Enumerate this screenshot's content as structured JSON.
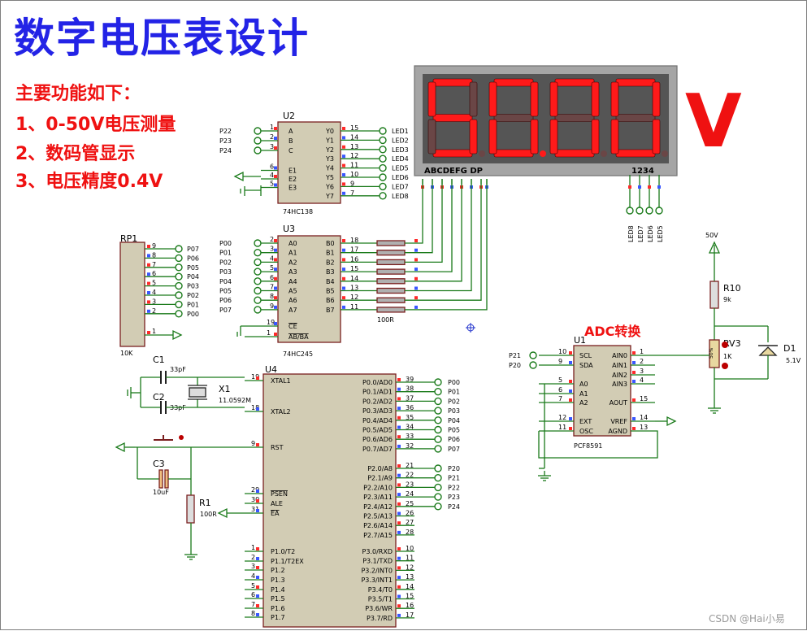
{
  "title": "数字电压表设计",
  "features": {
    "heading": "主要功能如下：",
    "items": [
      "1、0-50V电压测量",
      "2、数码管显示",
      "3、电压精度0.4V"
    ]
  },
  "display": {
    "digits": [
      "5",
      "0",
      "0",
      "0"
    ],
    "dp_after_digit": 1,
    "unit_label": "V",
    "segment_pin_label": "ABCDEFG  DP",
    "digit_pin_label": "1234",
    "led_labels": [
      "LED8",
      "LED7",
      "LED6",
      "LED5"
    ]
  },
  "adc_label": "ADC转换",
  "watermark": "CSDN @Hai小易",
  "colors": {
    "component_fill": "#d2ccb4",
    "component_stroke": "#7a1f1f",
    "wire": "#1a7a1a",
    "segment_on": "#ff1a1a",
    "title_blue": "#2323e6",
    "red_text": "#ef1111"
  },
  "u2": {
    "ref": "U2",
    "part": "74HC138",
    "left": [
      {
        "net": "P22",
        "num": "1",
        "name": "A"
      },
      {
        "net": "P23",
        "num": "2",
        "name": "B"
      },
      {
        "net": "P24",
        "num": "3",
        "name": "C"
      },
      {
        "net": "",
        "num": "6",
        "name": "E1"
      },
      {
        "net": "",
        "num": "4",
        "name": "E2"
      },
      {
        "net": "",
        "num": "5",
        "name": "E3"
      }
    ],
    "right": [
      {
        "name": "Y0",
        "num": "15",
        "net": "LED1"
      },
      {
        "name": "Y1",
        "num": "14",
        "net": "LED2"
      },
      {
        "name": "Y2",
        "num": "13",
        "net": "LED3"
      },
      {
        "name": "Y3",
        "num": "12",
        "net": "LED4"
      },
      {
        "name": "Y4",
        "num": "11",
        "net": "LED5"
      },
      {
        "name": "Y5",
        "num": "10",
        "net": "LED6"
      },
      {
        "name": "Y6",
        "num": "9",
        "net": "LED7"
      },
      {
        "name": "Y7",
        "num": "7",
        "net": "LED8"
      }
    ]
  },
  "u3": {
    "ref": "U3",
    "part": "74HC245",
    "left": [
      {
        "net": "P00",
        "num": "2",
        "name": "A0"
      },
      {
        "net": "P01",
        "num": "3",
        "name": "A1"
      },
      {
        "net": "P02",
        "num": "4",
        "name": "A2"
      },
      {
        "net": "P03",
        "num": "5",
        "name": "A3"
      },
      {
        "net": "P04",
        "num": "6",
        "name": "A4"
      },
      {
        "net": "P05",
        "num": "7",
        "name": "A5"
      },
      {
        "net": "P06",
        "num": "8",
        "name": "A6"
      },
      {
        "net": "P07",
        "num": "9",
        "name": "A7"
      }
    ],
    "bottom_left": [
      {
        "num": "19",
        "name": "CE"
      },
      {
        "num": "1",
        "name": "AB/BA"
      }
    ],
    "right": [
      {
        "name": "B0",
        "num": "18"
      },
      {
        "name": "B1",
        "num": "17"
      },
      {
        "name": "B2",
        "num": "16"
      },
      {
        "name": "B3",
        "num": "15"
      },
      {
        "name": "B4",
        "num": "14"
      },
      {
        "name": "B5",
        "num": "13"
      },
      {
        "name": "B6",
        "num": "12"
      },
      {
        "name": "B7",
        "num": "11"
      }
    ],
    "resistor_label": "100R"
  },
  "rp1": {
    "ref": "RP1",
    "value": "10K",
    "pins": [
      {
        "num": "9",
        "net": "P07"
      },
      {
        "num": "8",
        "net": "P06"
      },
      {
        "num": "7",
        "net": "P05"
      },
      {
        "num": "6",
        "net": "P04"
      },
      {
        "num": "5",
        "net": "P03"
      },
      {
        "num": "4",
        "net": "P02"
      },
      {
        "num": "3",
        "net": "P01"
      },
      {
        "num": "2",
        "net": "P00"
      }
    ],
    "common_pin": "1"
  },
  "u4": {
    "ref": "U4",
    "left": [
      {
        "num": "19",
        "name": "XTAL1"
      },
      {
        "num": "18",
        "name": "XTAL2"
      },
      {
        "num": "9",
        "name": "RST"
      },
      {
        "num": "29",
        "name": "PSEN"
      },
      {
        "num": "30",
        "name": "ALE"
      },
      {
        "num": "31",
        "name": "EA"
      },
      {
        "num": "1",
        "name": "P1.0/T2"
      },
      {
        "num": "2",
        "name": "P1.1/T2EX"
      },
      {
        "num": "3",
        "name": "P1.2"
      },
      {
        "num": "4",
        "name": "P1.3"
      },
      {
        "num": "5",
        "name": "P1.4"
      },
      {
        "num": "6",
        "name": "P1.5"
      },
      {
        "num": "7",
        "name": "P1.6"
      },
      {
        "num": "8",
        "name": "P1.7"
      }
    ],
    "right_p0": [
      {
        "name": "P0.0/AD0",
        "num": "39",
        "net": "P00"
      },
      {
        "name": "P0.1/AD1",
        "num": "38",
        "net": "P01"
      },
      {
        "name": "P0.2/AD2",
        "num": "37",
        "net": "P02"
      },
      {
        "name": "P0.3/AD3",
        "num": "36",
        "net": "P03"
      },
      {
        "name": "P0.4/AD4",
        "num": "35",
        "net": "P04"
      },
      {
        "name": "P0.5/AD5",
        "num": "34",
        "net": "P05"
      },
      {
        "name": "P0.6/AD6",
        "num": "33",
        "net": "P06"
      },
      {
        "name": "P0.7/AD7",
        "num": "32",
        "net": "P07"
      }
    ],
    "right_p2": [
      {
        "name": "P2.0/A8",
        "num": "21",
        "net": "P20"
      },
      {
        "name": "P2.1/A9",
        "num": "22",
        "net": "P21"
      },
      {
        "name": "P2.2/A10",
        "num": "23",
        "net": "P22"
      },
      {
        "name": "P2.3/A11",
        "num": "24",
        "net": "P23"
      },
      {
        "name": "P2.4/A12",
        "num": "25",
        "net": "P24"
      },
      {
        "name": "P2.5/A13",
        "num": "26",
        "net": ""
      },
      {
        "name": "P2.6/A14",
        "num": "27",
        "net": ""
      },
      {
        "name": "P2.7/A15",
        "num": "28",
        "net": ""
      }
    ],
    "right_p3": [
      {
        "name": "P3.0/RXD",
        "num": "10"
      },
      {
        "name": "P3.1/TXD",
        "num": "11"
      },
      {
        "name": "P3.2/INT0",
        "num": "12"
      },
      {
        "name": "P3.3/INT1",
        "num": "13"
      },
      {
        "name": "P3.4/T0",
        "num": "14"
      },
      {
        "name": "P3.5/T1",
        "num": "15"
      },
      {
        "name": "P3.6/WR",
        "num": "16"
      },
      {
        "name": "P3.7/RD",
        "num": "17"
      }
    ]
  },
  "c1": {
    "ref": "C1",
    "value": "33pF"
  },
  "c2": {
    "ref": "C2",
    "value": "33pF"
  },
  "c3": {
    "ref": "C3",
    "value": "10uF"
  },
  "x1": {
    "ref": "X1",
    "value": "11.0592M"
  },
  "r1": {
    "ref": "R1",
    "value": "100R"
  },
  "u1": {
    "ref": "U1",
    "part": "PCF8591",
    "left": [
      {
        "net": "P21",
        "num": "10",
        "name": "SCL"
      },
      {
        "net": "P20",
        "num": "9",
        "name": "SDA"
      },
      {
        "net": "",
        "num": "5",
        "name": "A0"
      },
      {
        "net": "",
        "num": "6",
        "name": "A1"
      },
      {
        "net": "",
        "num": "7",
        "name": "A2"
      },
      {
        "net": "",
        "num": "12",
        "name": "EXT"
      },
      {
        "net": "",
        "num": "11",
        "name": "OSC"
      }
    ],
    "right": [
      {
        "name": "AIN0",
        "num": "1"
      },
      {
        "name": "AIN1",
        "num": "2"
      },
      {
        "name": "AIN2",
        "num": "3"
      },
      {
        "name": "AIN3",
        "num": "4"
      },
      {
        "name": "AOUT",
        "num": "15"
      },
      {
        "name": "VREF",
        "num": "14"
      },
      {
        "name": "AGND",
        "num": "13"
      }
    ]
  },
  "r10": {
    "ref": "R10",
    "value": "9k"
  },
  "rv3": {
    "ref": "RV3",
    "value": "1K",
    "wiper": "50%"
  },
  "d1": {
    "ref": "D1",
    "value": "5.1V"
  },
  "supply": {
    "label": "50V"
  }
}
